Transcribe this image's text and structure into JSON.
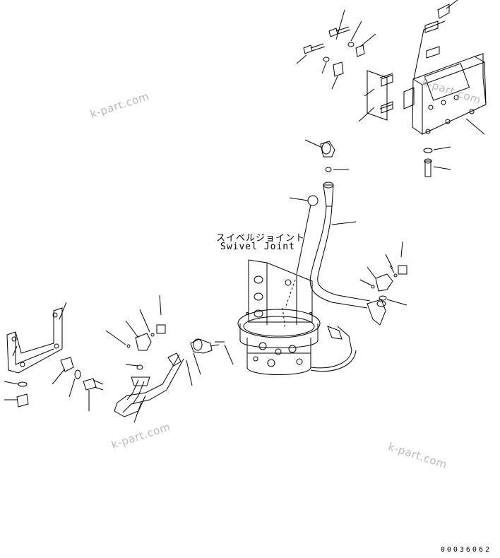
{
  "diagram": {
    "title_japanese": "スイベルジョイント",
    "title_english": "Swivel Joint",
    "watermarks": [
      "k-part.com",
      "k-part.com",
      "k-part.com",
      "k-part.com"
    ],
    "drawing_code": "00036062",
    "line_color": "#000000",
    "watermark_color": "#b8b8b8"
  }
}
